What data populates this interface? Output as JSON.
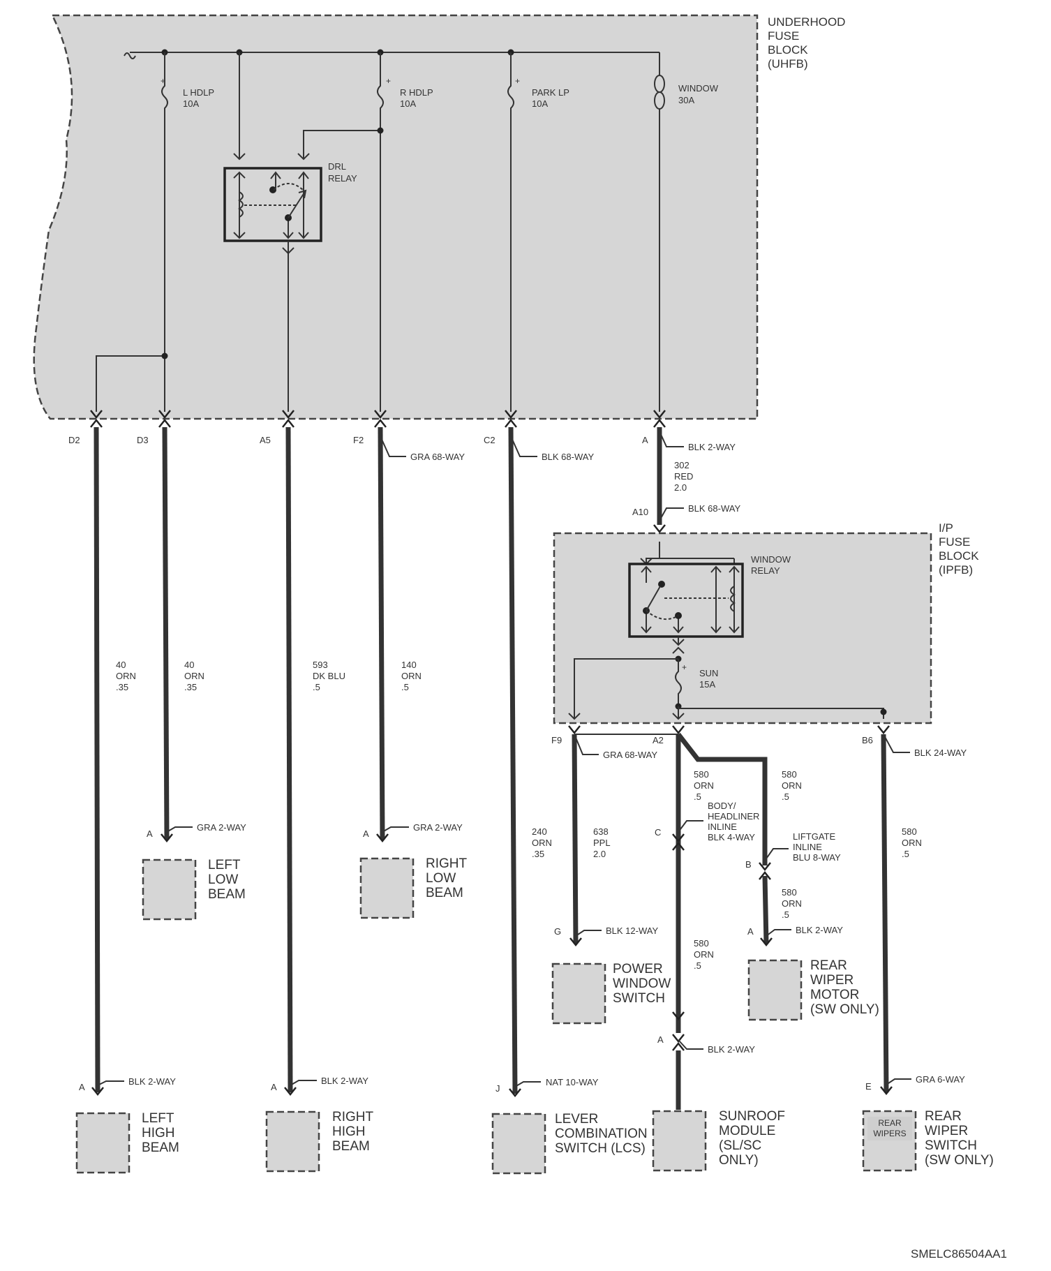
{
  "uhfb": {
    "l1": "UNDERHOOD",
    "l2": "FUSE",
    "l3": "BLOCK",
    "l4": "(UHFB)"
  },
  "fuses": {
    "lhdlp": {
      "name": "L HDLP",
      "amp": "10A"
    },
    "rhdlp": {
      "name": "R HDLP",
      "amp": "10A"
    },
    "parklp": {
      "name": "PARK LP",
      "amp": "10A"
    },
    "window": {
      "name": "WINDOW",
      "amp": "30A"
    },
    "sun": {
      "name": "SUN",
      "amp": "15A"
    }
  },
  "drl_relay": {
    "l1": "DRL",
    "l2": "RELAY"
  },
  "window_relay": {
    "l1": "WINDOW",
    "l2": "RELAY"
  },
  "ipfb": {
    "l1": "I/P",
    "l2": "FUSE",
    "l3": "BLOCK",
    "l4": "(IPFB)"
  },
  "pins": {
    "d2": "D2",
    "d3": "D3",
    "a5": "A5",
    "f2": "F2",
    "c2": "C2",
    "a": "A",
    "a10": "A10",
    "f9": "F9",
    "a2": "A2",
    "b6": "B6",
    "c": "C",
    "b": "B",
    "g": "G",
    "j": "J",
    "e": "E"
  },
  "connectors": {
    "gra68": "GRA 68-WAY",
    "blk68": "BLK 68-WAY",
    "blk2": "BLK 2-WAY",
    "blk68_ip": "BLK 68-WAY",
    "gra68_ip": "GRA 68-WAY",
    "blk24": "BLK 24-WAY",
    "gra2": "GRA 2-WAY",
    "blk12": "BLK 12-WAY",
    "body_l1": "BODY/",
    "body_l2": "HEADLINER",
    "body_l3": "INLINE",
    "body_l4": "BLK 4-WAY",
    "lift_l1": "LIFTGATE",
    "lift_l2": "INLINE",
    "lift_l3": "BLU 8-WAY",
    "nat10": "NAT 10-WAY",
    "gra6": "GRA 6-WAY"
  },
  "wires": {
    "w302": [
      "302",
      "RED",
      "2.0"
    ],
    "w40a": [
      "40",
      "ORN",
      ".35"
    ],
    "w40b": [
      "40",
      "ORN",
      ".35"
    ],
    "w593": [
      "593",
      "DK BLU",
      ".5"
    ],
    "w140": [
      "140",
      "ORN",
      ".5"
    ],
    "w240": [
      "240",
      "ORN",
      ".35"
    ],
    "w638": [
      "638",
      "PPL",
      "2.0"
    ],
    "w580a": [
      "580",
      "ORN",
      ".5"
    ],
    "w580b": [
      "580",
      "ORN",
      ".5"
    ],
    "w580c": [
      "580",
      "ORN",
      ".5"
    ],
    "w580d": [
      "580",
      "ORN",
      ".5"
    ],
    "w580e": [
      "580",
      "ORN",
      ".5"
    ]
  },
  "components": {
    "left_low": [
      "LEFT",
      "LOW",
      "BEAM"
    ],
    "right_low": [
      "RIGHT",
      "LOW",
      "BEAM"
    ],
    "left_high": [
      "LEFT",
      "HIGH",
      "BEAM"
    ],
    "right_high": [
      "RIGHT",
      "HIGH",
      "BEAM"
    ],
    "pws": [
      "POWER",
      "WINDOW",
      "SWITCH"
    ],
    "lcs": [
      "LEVER",
      "COMBINATION",
      "SWITCH (LCS)"
    ],
    "sunroof": [
      "SUNROOF",
      "MODULE",
      "(SL/SC",
      "ONLY)"
    ],
    "rwm": [
      "REAR",
      "WIPER",
      "MOTOR",
      "(SW ONLY)"
    ],
    "rws": [
      "REAR",
      "WIPER",
      "SWITCH",
      "(SW ONLY)"
    ],
    "rear_wipers_inner": [
      "REAR",
      "WIPERS"
    ]
  },
  "diagram_id": "SMELC86504AA1"
}
